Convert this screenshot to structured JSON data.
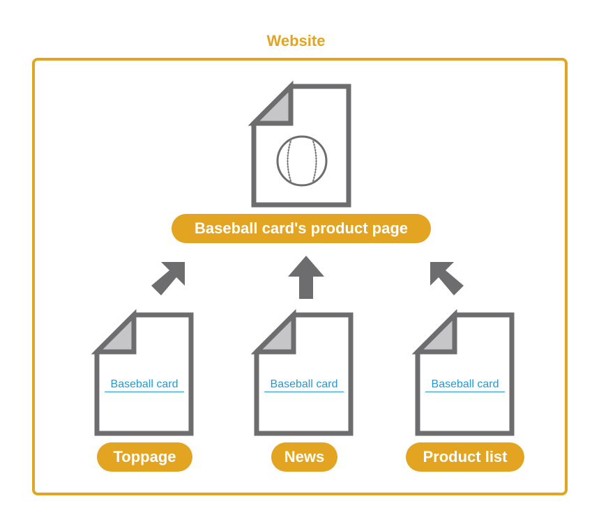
{
  "website": {
    "title": "Website"
  },
  "product_page": {
    "label": "Baseball card's product page",
    "icon": "baseball-icon"
  },
  "sources": [
    {
      "label": "Toppage",
      "link_text": "Baseball card"
    },
    {
      "label": "News",
      "link_text": "Baseball card"
    },
    {
      "label": "Product list",
      "link_text": "Baseball card"
    }
  ],
  "colors": {
    "accent": "#E2A421",
    "doc_stroke": "#6D6D70",
    "fold": "#C6C6C8",
    "link": "#1E9BD7"
  }
}
